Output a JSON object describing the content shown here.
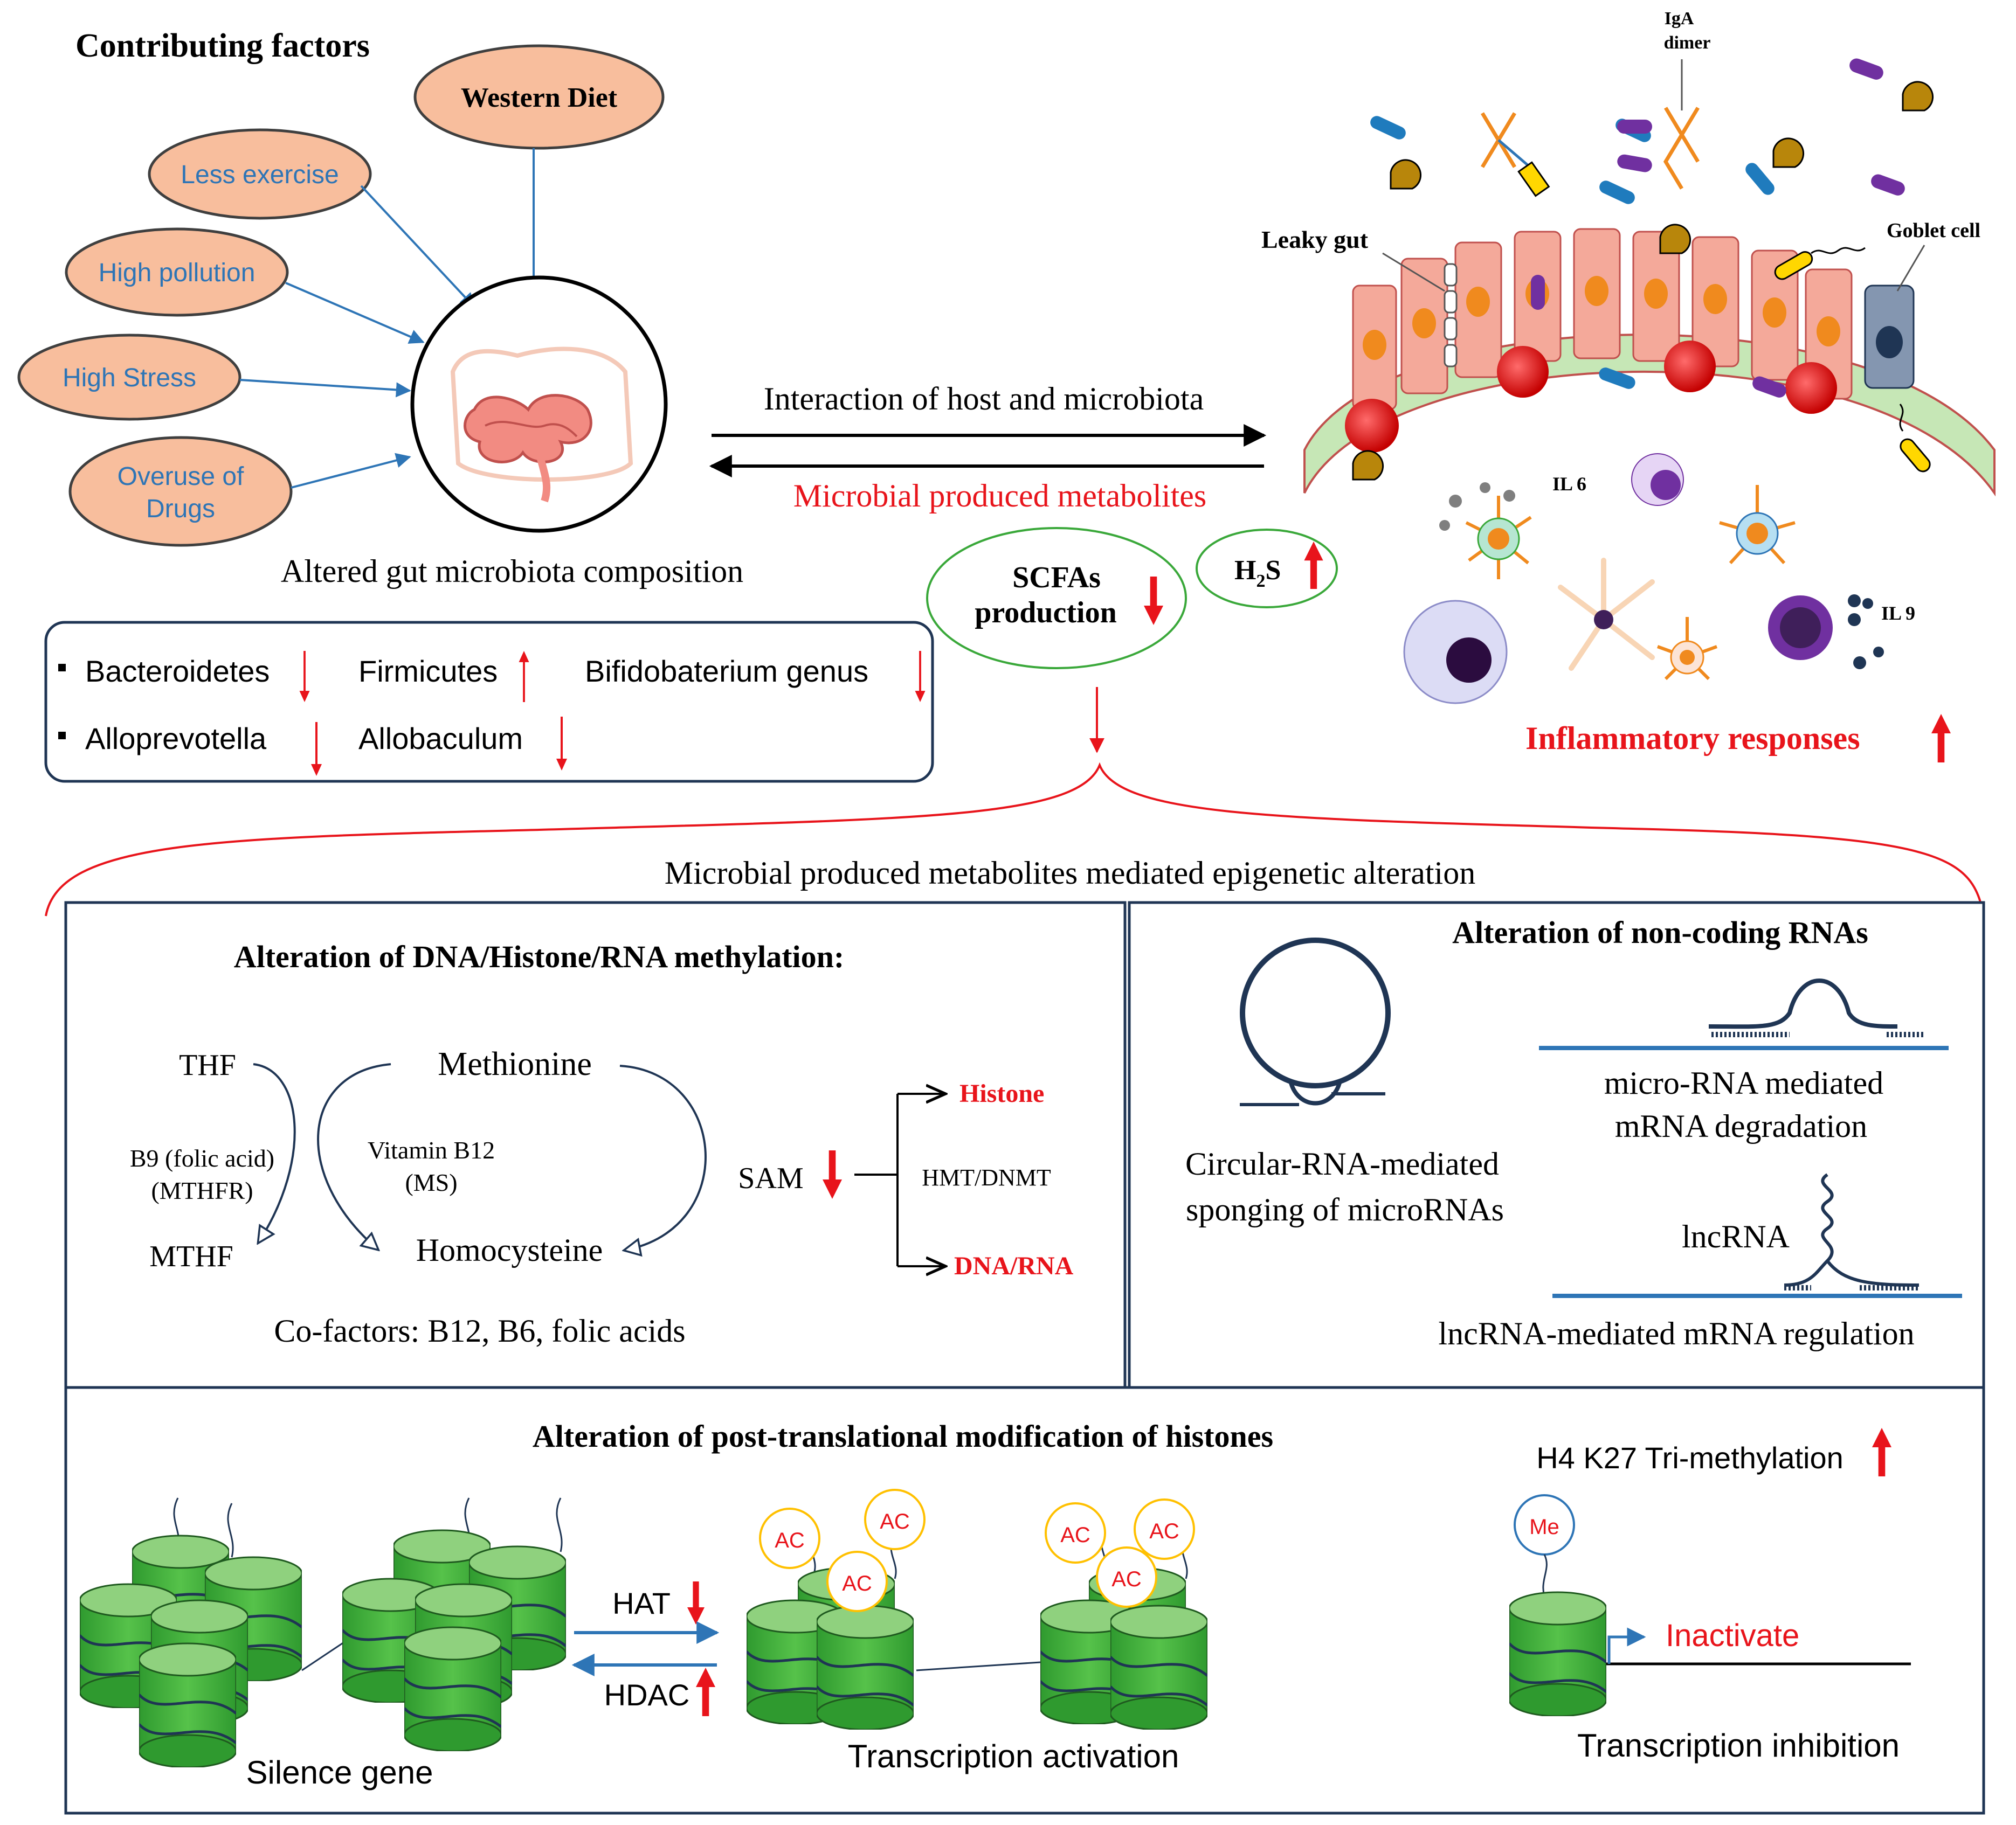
{
  "colors": {
    "red": "#e8141b",
    "blue_text": "#2e75b6",
    "arrow_blue": "#2e75b6",
    "oval_fill": "#f8be9d",
    "oval_stroke": "#3f3f3f",
    "green_cylinder": "#3aa83a",
    "green_cylinder_top": "#8fd17e",
    "mucosa": "#c6e7b6",
    "epithelial": "#f4a99a",
    "nucleus": "#f08a1e",
    "dark_navy": "#1f3554"
  },
  "factors": {
    "title": "Contributing factors",
    "western_diet": "Western Diet",
    "less_exercise": "Less exercise",
    "high_pollution": "High pollution",
    "high_stress": "High Stress",
    "overuse_line1": "Overuse of",
    "overuse_line2": "Drugs",
    "gut_caption": "Altered gut microbiota composition"
  },
  "bacteria": {
    "items": [
      "Bacteroidetes",
      "Firmicutes",
      "Bifidobaterium genus",
      "Alloprevotella",
      "Allobaculum"
    ],
    "trend_icons": [
      "down-arrow",
      "up-arrow",
      "down-arrow",
      "down-arrow",
      "down-arrow"
    ]
  },
  "interaction": {
    "top_label": "Interaction of host and microbiota",
    "bottom_label": "Microbial produced metabolites"
  },
  "metabolites": {
    "scfa_line1": "SCFAs",
    "scfa_line2": "production",
    "h2s_h": "H",
    "h2s_sub": "2",
    "h2s_s": "S"
  },
  "gut_wall": {
    "iga_line1": "IgA",
    "iga_line2": "dimer",
    "leaky_gut": "Leaky gut",
    "goblet_cell": "Goblet cell",
    "il6": "IL 6",
    "il9": "IL 9",
    "inflammatory": "Inflammatory responses"
  },
  "epigenetic": {
    "title": "Microbial produced metabolites mediated epigenetic alteration"
  },
  "methylation": {
    "title": "Alteration of DNA/Histone/RNA methylation:",
    "thf": "THF",
    "methionine": "Methionine",
    "b9_line1": "B9 (folic acid)",
    "b9_line2": "(MTHFR)",
    "b12_line1": "Vitamin B12",
    "b12_line2": "(MS)",
    "mthf": "MTHF",
    "homocysteine": "Homocysteine",
    "cofactors": "Co-factors: B12, B6, folic acids",
    "sam": "SAM",
    "histone": "Histone",
    "hmt": "HMT/DNMT",
    "dna_rna": "DNA/RNA"
  },
  "ncrna": {
    "title": "Alteration of non-coding RNAs",
    "circ_line1": "Circular-RNA-mediated",
    "circ_line2": "sponging of microRNAs",
    "mirna_line1": "micro-RNA mediated",
    "mirna_line2": "mRNA degradation",
    "lncrna": "lncRNA",
    "lncrna_caption": "lncRNA-mediated mRNA regulation"
  },
  "ptm": {
    "title": "Alteration of post-translational modification of histones",
    "hat": "HAT",
    "hdac": "HDAC",
    "ac": "AC",
    "silence": "Silence gene",
    "activation": "Transcription activation",
    "h4k27": "H4 K27 Tri-methylation",
    "me": "Me",
    "inactivate": "Inactivate",
    "inhibition": "Transcription inhibition"
  }
}
